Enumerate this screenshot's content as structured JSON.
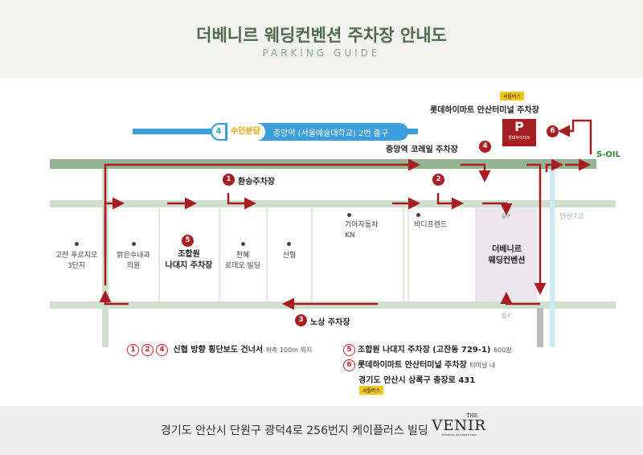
{
  "header": {
    "title": "더베니르 웨딩컨벤션 주차장 안내도",
    "subtitle": "PARKING GUIDE"
  },
  "subway": {
    "line_number": "4",
    "line_name": "수인분당",
    "station": "중앙역 (서울예술대학교) 2번 출구",
    "line_color": "#3a9fdc"
  },
  "map": {
    "pins": [
      {
        "n": "1",
        "label": "환승주차장"
      },
      {
        "n": "2",
        "label": ""
      },
      {
        "n": "3",
        "label": "노상 주차장"
      },
      {
        "n": "4",
        "label": "중앙역 코레일 주차장"
      },
      {
        "n": "5",
        "label": "조합원 나대지 주차장",
        "label_line1": "조합원",
        "label_line2": "나대지 주차장"
      },
      {
        "n": "6",
        "label": "롯데하이마트 안산터미널 주차장"
      }
    ],
    "buildings": [
      {
        "line1": "고잔 푸르지오",
        "line2": "3단지"
      },
      {
        "line1": "맑은수내과",
        "line2": "의원"
      },
      {
        "line1": "천혜",
        "line2": "로데오 빌딩"
      },
      {
        "line1": "신협"
      },
      {
        "line1": "기아자동차",
        "line2": "KN"
      },
      {
        "line1": "바디프렌드"
      }
    ],
    "venue": {
      "line1": "더베니르",
      "line2": "웨딩컨벤션",
      "entrance": "입구"
    },
    "bridge": "안산7교",
    "gas_station": "S-OIL",
    "parking_sign": "P",
    "parking_brand": "롯데하이마트",
    "shuttle": "셔틀버스",
    "route_color": "#a81d22"
  },
  "legend": [
    {
      "nums": [
        "1",
        "2",
        "4"
      ],
      "text": "신협 방향 횡단보도 건너서",
      "note": "좌측 100m 위치"
    },
    {
      "nums": [
        "5"
      ],
      "text": "조합원 나대지 주차장 (고잔동 729-1)",
      "note": "600평"
    },
    {
      "nums": [
        "6"
      ],
      "text": "롯데하이마트 안산터미널 주차장",
      "note": "터미널 내",
      "line2": "경기도 안산시 상록구 충장로 431",
      "badge": "셔틀버스"
    }
  ],
  "footer": {
    "address": "경기도 안산시 단원구 광덕4로 256번지 케이플러스 빌딩",
    "logo_the": "THE",
    "logo_name": "VENIR",
    "logo_tag": "WEDDING & CONVENTION"
  }
}
